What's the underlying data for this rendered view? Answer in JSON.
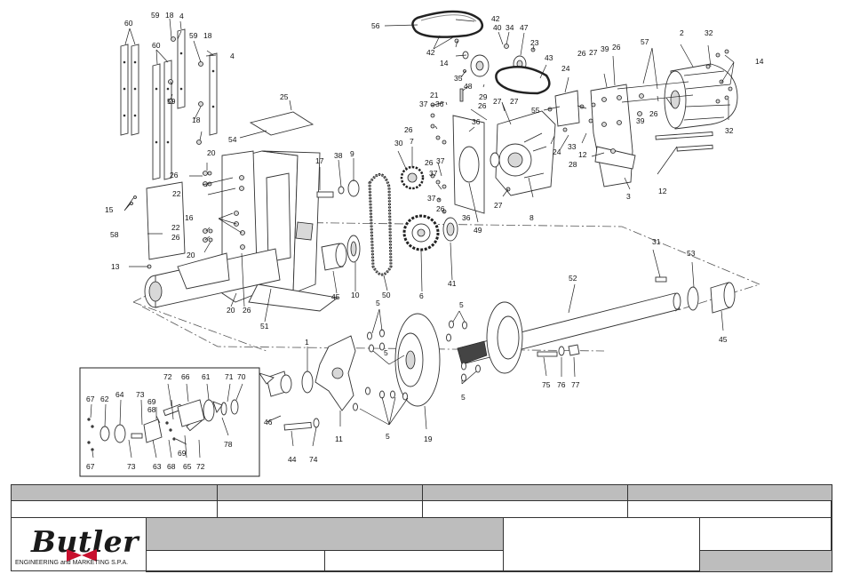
{
  "diagram": {
    "labels": {
      "l60a": "60",
      "l59a": "59",
      "l18a": "18",
      "l4a": "4",
      "l60b": "60",
      "l59b": "59",
      "l18b": "18",
      "l4b": "4",
      "l59c": "59",
      "l18c": "18",
      "l25": "25",
      "l54": "54",
      "l20a": "20",
      "l26a": "26",
      "l22a": "22",
      "l15": "15",
      "l16": "16",
      "l22b": "22",
      "l26b": "26",
      "l20b": "20",
      "l58": "58",
      "l13": "13",
      "l20c": "20",
      "l26c": "26",
      "l51": "51",
      "l17": "17",
      "l38": "38",
      "l9": "9",
      "l45a": "45",
      "l10": "10",
      "l50": "50",
      "l30": "30",
      "l7": "7",
      "l26d": "26",
      "l37a": "37",
      "l37b": "37",
      "l6": "6",
      "l41": "41",
      "l49": "49",
      "l56": "56",
      "l42a": "42",
      "l42b": "42",
      "l14a": "14",
      "l35": "35",
      "l48": "48",
      "l40": "40",
      "l34": "34",
      "l47": "47",
      "l23": "23",
      "l43": "43",
      "l29": "29",
      "l21": "21",
      "l37c": "37",
      "l36a": "36",
      "l26e": "26",
      "l36b": "36",
      "l27a": "27",
      "l26f": "26",
      "l55": "55",
      "l27b": "27",
      "l8": "8",
      "l26g": "26",
      "l36c": "36",
      "l37d": "37",
      "l24a": "24",
      "l26h": "26",
      "l27c": "27",
      "l39a": "39",
      "l26i": "26",
      "l57": "57",
      "l2": "2",
      "l32a": "32",
      "l14b": "14",
      "l32b": "32",
      "l39b": "39",
      "l26j": "26",
      "l33": "33",
      "l12a": "12",
      "l24b": "24",
      "l28": "28",
      "l3": "3",
      "l12b": "12",
      "l31": "31",
      "l52": "52",
      "l53": "53",
      "l45b": "45",
      "l5a": "5",
      "l5b": "5",
      "l5c": "5",
      "l5d": "5",
      "l5e": "5",
      "l1": "1",
      "l11": "11",
      "l19": "19",
      "l75": "75",
      "l76": "76",
      "l77": "77",
      "l44": "44",
      "l74": "74",
      "l46": "46",
      "l72a": "72",
      "l66": "66",
      "l61": "61",
      "l71": "71",
      "l70": "70",
      "l67a": "67",
      "l62": "62",
      "l64": "64",
      "l73a": "73",
      "l69a": "69",
      "l68a": "68",
      "l78": "78",
      "l67b": "67",
      "l73b": "73",
      "l63": "63",
      "l68b": "68",
      "l69b": "69",
      "l65": "65",
      "l72b": "72",
      "l27d": "27"
    }
  },
  "title_block": {
    "header_cells": [
      "",
      "",
      "",
      ""
    ],
    "value_cells": [
      "",
      "",
      "",
      ""
    ],
    "logo_text": "Butler",
    "company_line": "ENGINEERING and MARKETING S.P.A.",
    "title_area": "",
    "code_area": "",
    "sheet_area": "",
    "sub_cells": [
      "",
      ""
    ],
    "revision": ""
  },
  "colors": {
    "grey_fill": "#bdbdbd",
    "line": "#222222",
    "logo_red": "#c8102e"
  }
}
